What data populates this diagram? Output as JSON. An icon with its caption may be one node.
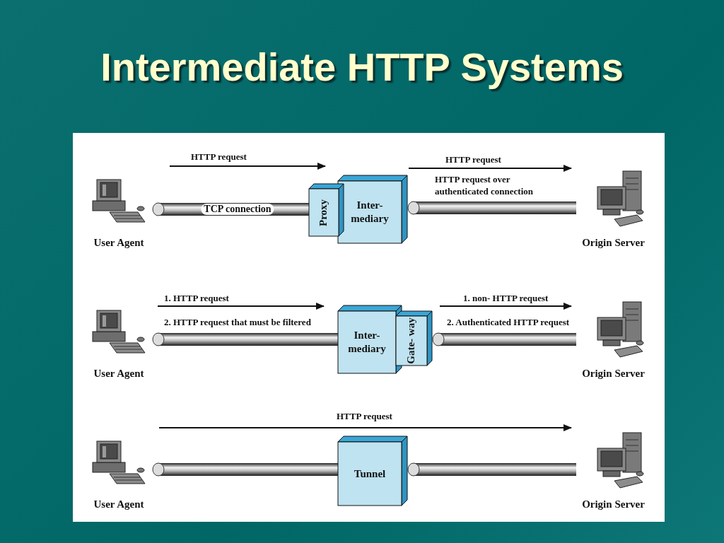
{
  "diagram": {
    "title": "Intermediate HTTP Systems",
    "nodes": [
      {
        "text": [
          "User Agent"
        ]
      },
      {
        "text": [
          "Proxy"
        ]
      },
      {
        "text": [
          "Inter- mediary"
        ]
      },
      {
        "text": [
          "Origin Server"
        ]
      },
      {
        "text": [
          "User Agent"
        ]
      },
      {
        "text": [
          "Inter- mediary"
        ]
      },
      {
        "text": [
          "Gate- way"
        ]
      },
      {
        "text": [
          "Origin Server"
        ]
      },
      {
        "text": [
          "User Agent"
        ]
      },
      {
        "text": [
          "Tunnel"
        ]
      },
      {
        "text": [
          "Origin Server"
        ]
      }
    ],
    "edges": [
      {
        "from": 0,
        "to": 1,
        "arrow": "other",
        "label": "TCP connection"
      },
      {
        "from": 2,
        "to": 3,
        "arrow": "other"
      },
      {
        "from": 4,
        "to": 5,
        "arrow": "other"
      },
      {
        "from": 6,
        "to": 7,
        "arrow": "other"
      },
      {
        "from": 8,
        "to": 9,
        "arrow": "other"
      },
      {
        "from": 9,
        "to": 10,
        "arrow": "other"
      }
    ],
    "labels": [
      "HTTP request",
      "HTTP request",
      "HTTP request over authenticated connection",
      "1. HTTP request",
      "2. HTTP request that must be filtered",
      "1. non- HTTP request",
      "2. Authenticated HTTP request",
      "HTTP request"
    ]
  }
}
